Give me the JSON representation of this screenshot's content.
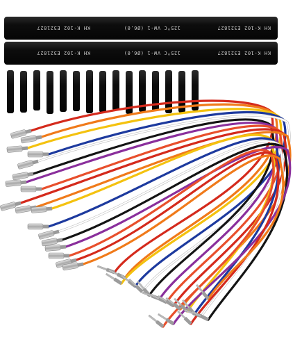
{
  "heat_shrink_tubes": [
    {
      "print_left": "KH  K-102  E321827",
      "print_mid": "125°C  VW-1  (Ø6.0)",
      "print_right": "KH  K-102  E321827"
    },
    {
      "print_left": "KH  K-102  E321827",
      "print_mid": "125°C  VW-1  (Ø6.0)",
      "print_right": "KH  K-102  E321827"
    }
  ],
  "colors": {
    "tube": "#111111",
    "wire_palette": [
      "#d42a1c",
      "#f07a1a",
      "#f4c20f",
      "#1d3a9e",
      "#ffffff",
      "#141414",
      "#8a2f9c",
      "#e84f2c"
    ],
    "terminal": "#b9b9b9"
  },
  "short_tube_count": 15,
  "wire_count": 18
}
